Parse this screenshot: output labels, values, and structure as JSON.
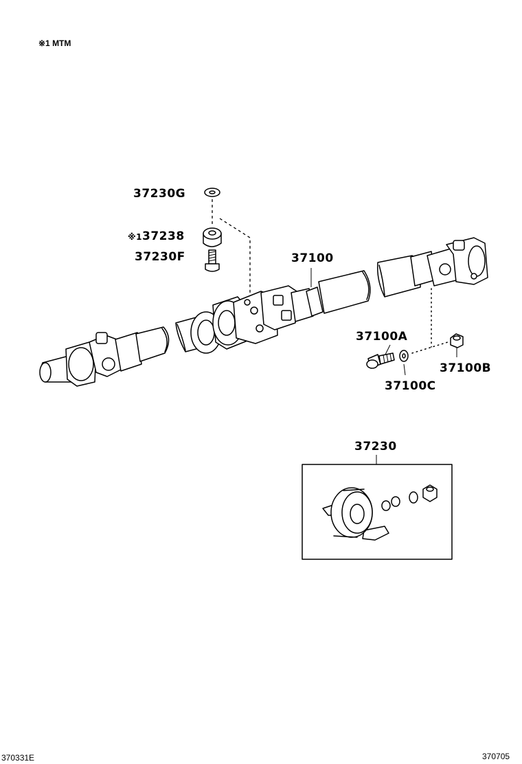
{
  "note": "※1 MTM",
  "labels": {
    "washer_top": "37230G",
    "stopper_mark": "※1",
    "stopper": "37238",
    "bolt_small": "37230F",
    "shaft_assy": "37100",
    "bolt": "37100A",
    "nut": "37100B",
    "washer": "37100C",
    "center_bearing": "37230"
  },
  "footer": {
    "left_code": "370331E",
    "right_code": "370705"
  }
}
